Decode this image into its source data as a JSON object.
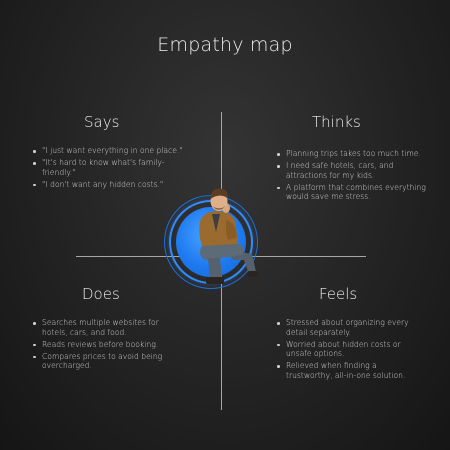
{
  "title": "Empathy map",
  "quadrants": {
    "says": {
      "title": "Says",
      "items": [
        "\"I just want everything in one place.\"",
        "\"It's hard to know what's family-friendly.\"",
        "\"I don't want any hidden costs.\""
      ]
    },
    "thinks": {
      "title": "Thinks",
      "items": [
        "Planning trips takes too much time.",
        "I need safe hotels, cars, and attractions for my kids.",
        "A platform that combines everything would save me stress."
      ]
    },
    "does": {
      "title": "Does",
      "items": [
        "Searches multiple websites for hotels, cars, and food.",
        "Reads reviews before booking.",
        "Compares prices to avoid being overcharged."
      ]
    },
    "feels": {
      "title": "Feels",
      "items": [
        "Stressed about organizing every detail separately.",
        "Worried about hidden costs or unsafe options.",
        "Relieved when finding a trustworthy, all-in-one solution."
      ]
    }
  },
  "colors": {
    "accent": "#2f8cff",
    "background": "#262626",
    "jacket": "#9a6a2e",
    "jeans": "#5d6b78"
  }
}
